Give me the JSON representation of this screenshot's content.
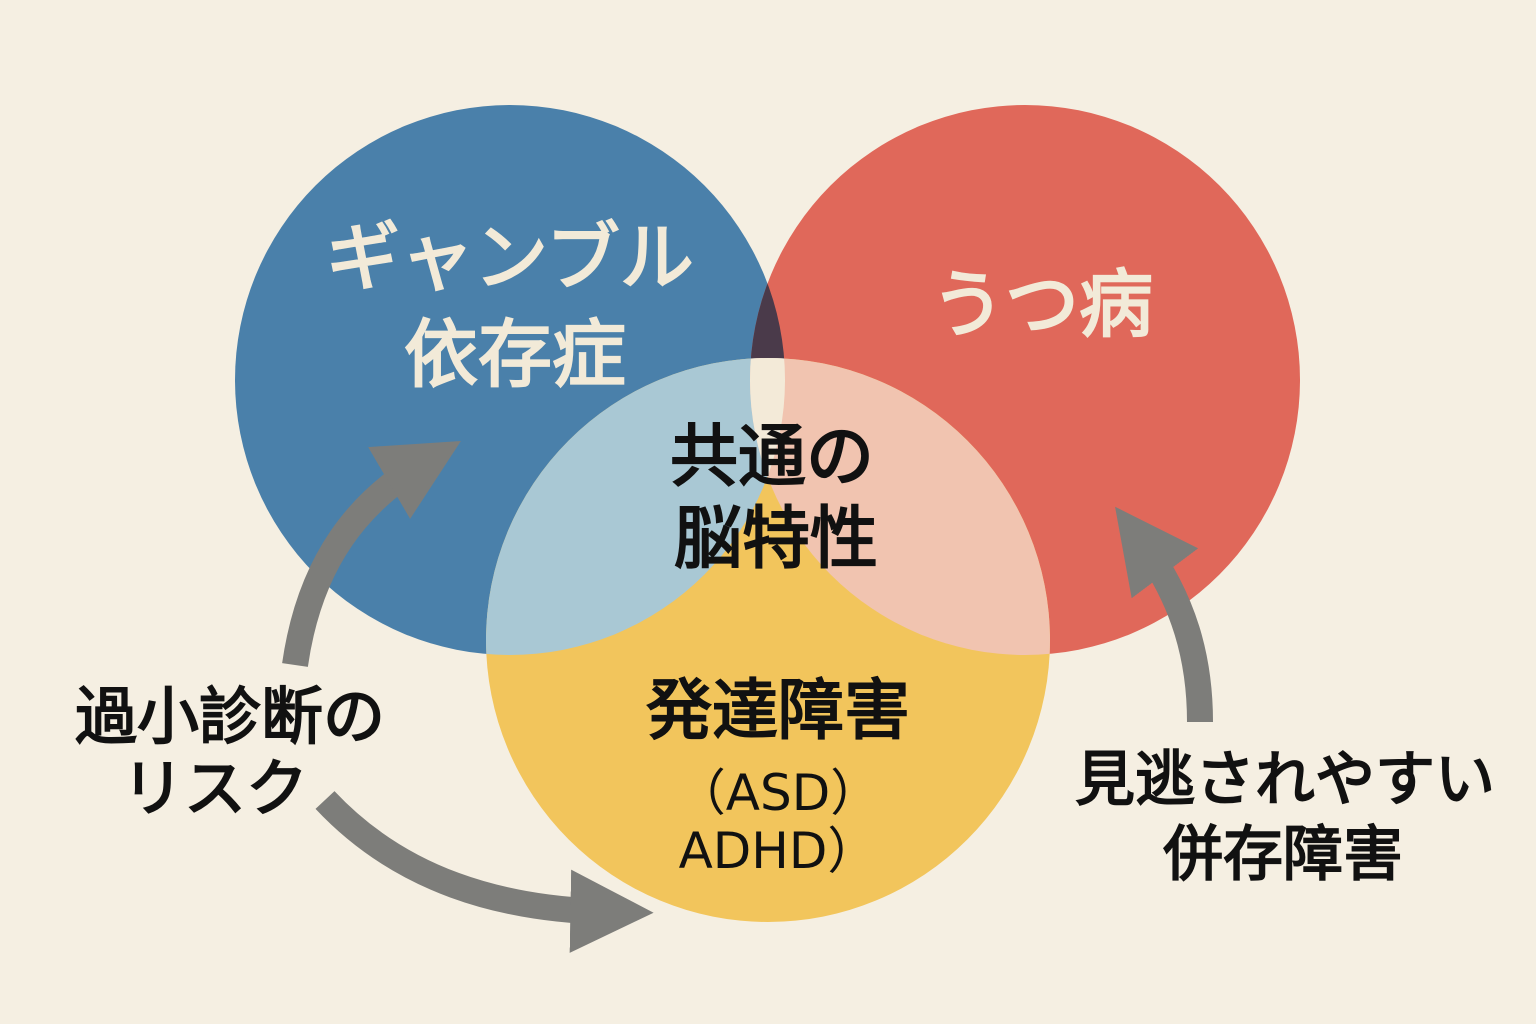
{
  "colors": {
    "background": "#f5efe2",
    "gambling": "#4a80aa",
    "depression": "#e0685a",
    "developmental": "#f2c55c",
    "overlap_gambling_depression": "#4a3a4a",
    "overlap_gambling_developmental": "#a9c8d4",
    "overlap_depression_developmental": "#f1c4b0",
    "overlap_center": "#f3ead8",
    "arrow": "#7d7d7a",
    "text_light": "#f2ead8",
    "text_dark": "#111111"
  },
  "circles": {
    "gambling": {
      "line1": "ギャンブル",
      "line2": "依存症"
    },
    "depression": {
      "label": "うつ病"
    },
    "developmental": {
      "label": "発達障害",
      "sub1": "（ASD）",
      "sub2": "ADHD）"
    }
  },
  "center": {
    "line1": "共通の",
    "line2": "脳特性"
  },
  "annotations": {
    "left": {
      "line1": "過小診断の",
      "line2": "リスク"
    },
    "right": {
      "line1": "見逃されやすい",
      "line2": "併存障害"
    }
  }
}
